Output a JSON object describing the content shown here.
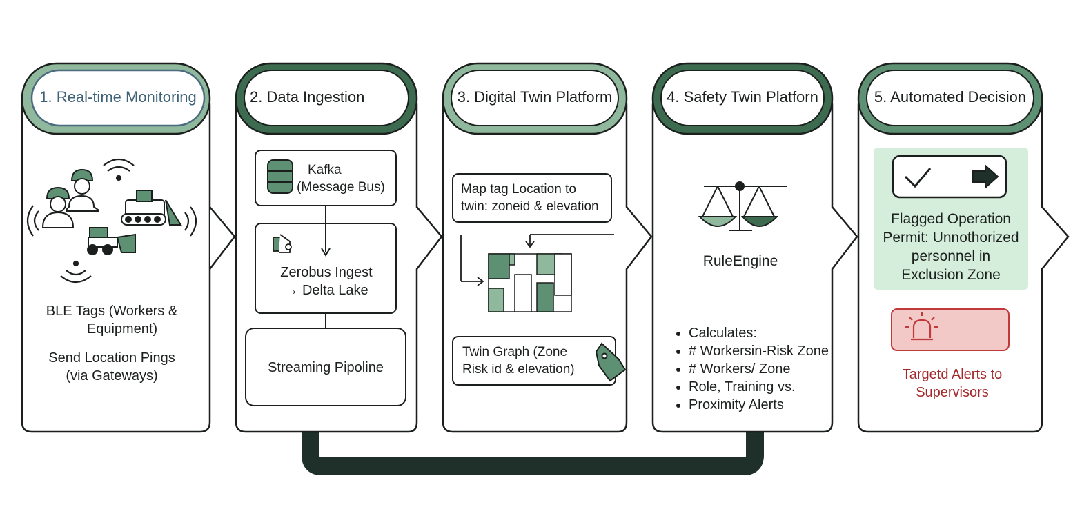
{
  "stages": [
    {
      "id": 1,
      "title": "1. Real-time Monitoring",
      "lines": [
        "BLE Tags (Workers &",
        "Equipment)"
      ],
      "lines2": [
        "Send Location Pings",
        "(via Gateways)"
      ]
    },
    {
      "id": 2,
      "title": "2. Data Ingestion",
      "kafka": [
        "Kafka",
        "(Message Bus)"
      ],
      "zerobus": [
        "Zerobus Ingest",
        "→ Delta Lake"
      ],
      "streaming": "Streaming Pipoline"
    },
    {
      "id": 3,
      "title": "3. Digital Twin Platform",
      "map": [
        "Map tag Location to",
        "twin: zoneid & elevation"
      ],
      "graph": [
        "Twin Graph (Zone",
        "Risk id & elevation)"
      ]
    },
    {
      "id": 4,
      "title": "4. Safety Twin Platforn",
      "engine": "RuleEngine",
      "bullets": [
        "Calculates:",
        "# Workersin-Risk Zone",
        "# Workers/ Zone",
        "Role, Training vs.",
        "Proximity Alerts"
      ]
    },
    {
      "id": 5,
      "title": "5. Automated Decision",
      "flagged": [
        "Flagged Operation",
        "Permit: Unnothorized",
        "personnel in",
        "Exclusion Zone"
      ],
      "alerts": [
        "Targetd Alerts to",
        "Supervisors"
      ]
    }
  ],
  "colors": {
    "dark_green": "#3d6b4f",
    "mid_green": "#5e9173",
    "light_green": "#8fb89d",
    "pale_green": "#d5eddb",
    "pale_red": "#f2c9c7",
    "red_text": "#a3282a",
    "blue_text": "#3e6278",
    "outline": "#1b1f1d"
  }
}
